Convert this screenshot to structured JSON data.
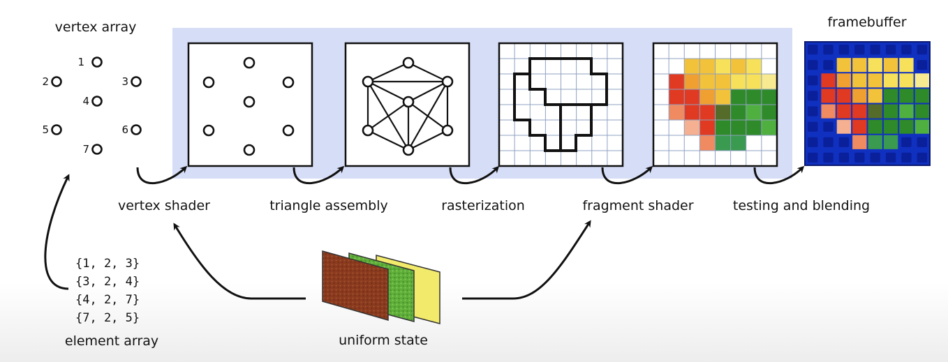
{
  "vertex_array": {
    "title": "vertex array",
    "vertices": [
      {
        "label": "1"
      },
      {
        "label": "2"
      },
      {
        "label": "3"
      },
      {
        "label": "4"
      },
      {
        "label": "5"
      },
      {
        "label": "6"
      },
      {
        "label": "7"
      }
    ]
  },
  "framebuffer": {
    "title": "framebuffer"
  },
  "stages": [
    {
      "label": "vertex shader"
    },
    {
      "label": "triangle assembly"
    },
    {
      "label": "rasterization"
    },
    {
      "label": "fragment shader"
    },
    {
      "label": "testing and blending"
    }
  ],
  "element_array": {
    "title": "element array",
    "rows": [
      "{1, 2, 3}",
      "{3, 2, 4}",
      "{4, 2, 7}",
      "{7, 2, 5}"
    ]
  },
  "uniform_state": {
    "title": "uniform state"
  },
  "colors": {
    "pipeline_band": "#d6ddf6",
    "framebuffer_bg": "#1030c0",
    "framebuffer_cell": "#0a1f9a",
    "texture_red": "#8a3a1e",
    "texture_green": "#5fae3a",
    "texture_yellow": "#f2ea6a"
  }
}
